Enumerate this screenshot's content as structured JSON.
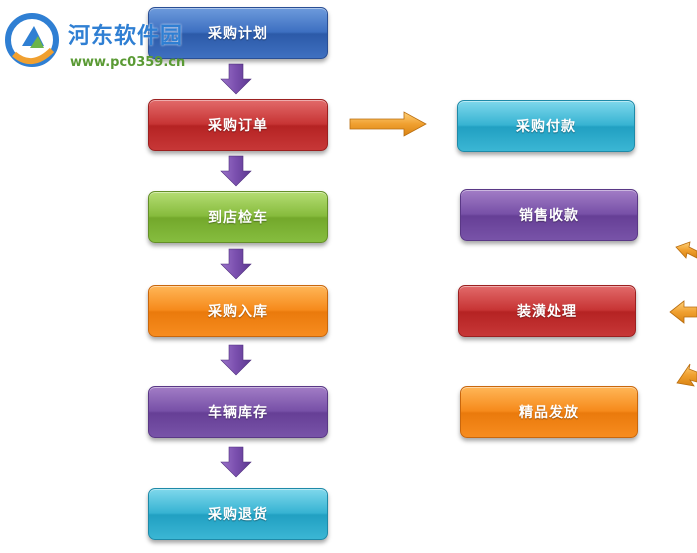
{
  "watermark": {
    "title": "河东软件园",
    "url": "www.pc0359.cn"
  },
  "flow_left": [
    {
      "label": "采购计划",
      "color": "blue"
    },
    {
      "label": "采购订单",
      "color": "red"
    },
    {
      "label": "到店检车",
      "color": "green"
    },
    {
      "label": "采购入库",
      "color": "orange"
    },
    {
      "label": "车辆库存",
      "color": "purple"
    },
    {
      "label": "采购退货",
      "color": "cyan"
    }
  ],
  "flow_right": [
    {
      "label": "采购付款",
      "color": "cyan"
    },
    {
      "label": "销售收款",
      "color": "purple"
    },
    {
      "label": "装潢处理",
      "color": "red"
    },
    {
      "label": "精品发放",
      "color": "orange"
    }
  ],
  "colors": {
    "down_arrow": "#7a4fae",
    "side_arrow": "#f0a030"
  }
}
